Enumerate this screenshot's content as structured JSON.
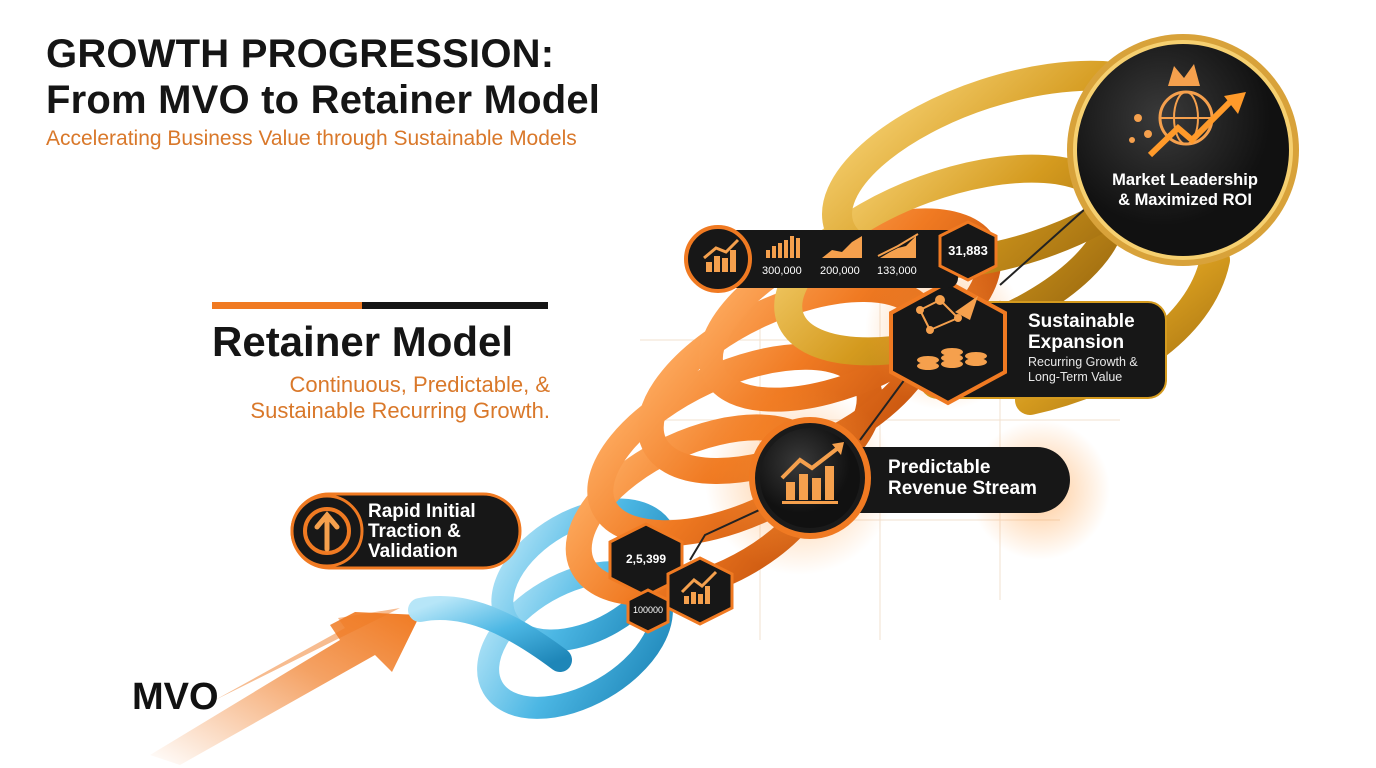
{
  "header": {
    "title_line1": "GROWTH PROGRESSION:",
    "title_line2": "From MVO to Retainer Model",
    "subtitle": "Accelerating Business Value through Sustainable Models"
  },
  "retainer": {
    "title": "Retainer Model",
    "desc_line1": "Continuous, Predictable, &",
    "desc_line2": "Sustainable Recurring Growth."
  },
  "start_label": "MVO",
  "stages": [
    {
      "lines": [
        "Rapid Initial",
        "Traction &",
        "Validation"
      ],
      "icon": "arrow-up-circle-icon"
    },
    {
      "lines": [
        "Predictable",
        "Revenue Stream"
      ],
      "icon": "bar-chart-trend-icon"
    },
    {
      "title_lines": [
        "Sustainable",
        "Expansion"
      ],
      "sub_lines": [
        "Recurring Growth &",
        "Long-Term Value"
      ],
      "icon": "network-coins-icon"
    },
    {
      "lines": [
        "Market Leadership",
        "& Maximized ROI"
      ],
      "icon": "crown-globe-icon"
    }
  ],
  "metrics": {
    "top_bar": [
      "300,000",
      "200,000",
      "133,000"
    ],
    "top_hex": "31,883",
    "hex_a": "2,5,399",
    "hex_b": "100000"
  },
  "colors": {
    "orange": "#f07a22",
    "blue": "#4cb7e4",
    "gold": "#d49a1e",
    "dark": "#151515",
    "accent_text": "#d9782a"
  }
}
